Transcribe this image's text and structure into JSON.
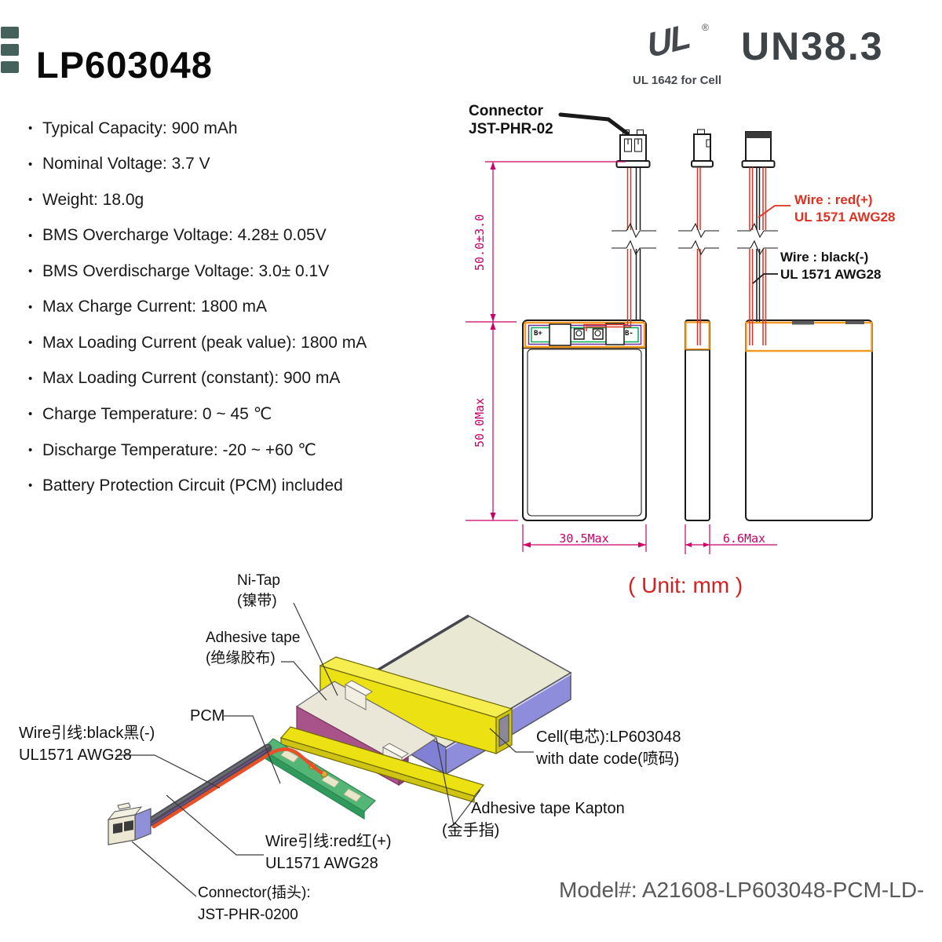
{
  "header": {
    "title": "LP603048",
    "ul_mark": "UL",
    "ul_reg": "®",
    "ul_caption": "UL 1642 for Cell",
    "un_mark": "UN38.3"
  },
  "specs": {
    "bullet": "•",
    "items": [
      "Typical Capacity: 900 mAh",
      "Nominal Voltage: 3.7 V",
      "Weight: 18.0g",
      "BMS Overcharge Voltage: 4.28± 0.05V",
      "BMS Overdischarge Voltage: 3.0± 0.1V",
      "Max Charge Current: 1800 mA",
      "Max Loading Current (peak value): 1800 mA",
      "Max Loading Current (constant): 900 mA",
      "Charge Temperature: 0 ~ 45 ℃",
      "Discharge Temperature: -20 ~ +60 ℃",
      "Battery Protection Circuit (PCM) included"
    ]
  },
  "drawing": {
    "connector_label_line1": "Connector",
    "connector_label_line2": "JST-PHR-02",
    "wire_red_line1": "Wire : red(+)",
    "wire_red_line2": "UL 1571 AWG28",
    "wire_black_line1": "Wire : black(-)",
    "wire_black_line2": "UL 1571 AWG28",
    "dim_lead_length": "50.0±3.0",
    "dim_height": "50.0Max",
    "dim_width": "30.5Max",
    "dim_thickness": "6.6Max",
    "unit_note": "( Unit: mm )",
    "b_plus": "B+",
    "b_minus": "B-"
  },
  "exploded": {
    "ni_tap_line1": "Ni-Tap",
    "ni_tap_line2": "(镍带)",
    "adhesive_line1": "Adhesive tape",
    "adhesive_line2": "(绝缘胶布)",
    "pcm": "PCM",
    "wire_black_line1": "Wire引线:black黑(-)",
    "wire_black_line2": "UL1571 AWG28",
    "wire_red_line1": "Wire引线:red红(+)",
    "wire_red_line2": "UL1571 AWG28",
    "connector_line1": "Connector(插头):",
    "connector_line2": "JST-PHR-0200",
    "kapton_line1": "Adhesive tape Kapton",
    "kapton_line2": "(金手指)",
    "cell_line1": "Cell(电芯):LP603048",
    "cell_line2": "with date code(喷码)"
  },
  "footer": {
    "model": "Model#: A21608-LP603048-PCM-LD-"
  },
  "colors": {
    "dimension": "#cc0066",
    "accent-red": "#e03020",
    "orange": "#f59a23",
    "green-pcb": "#00b050",
    "purple-line": "#7030a0",
    "unit-red": "#d42020",
    "model-gray": "#595959",
    "logo-gray": "#45494e"
  }
}
